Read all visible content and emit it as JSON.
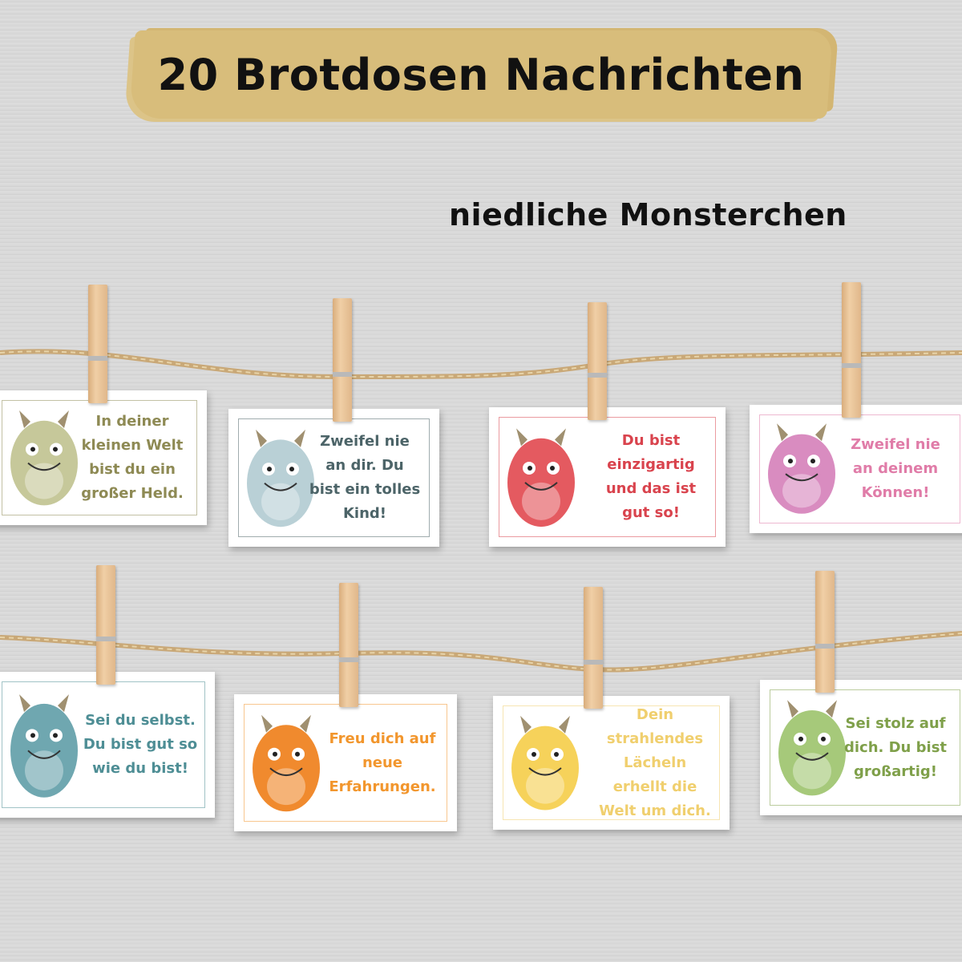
{
  "header": {
    "title": "20 Brotdosen Nachrichten",
    "subtitle": "niedliche Monsterchen"
  },
  "colors": {
    "brush": "#d8bd7b",
    "background": "#d8d8d8",
    "rope": "#c9a877"
  },
  "cards": [
    {
      "lines": [
        "In deiner",
        "kleinen Welt",
        "bist du ein",
        "großer Held."
      ],
      "color": "#8e8a54",
      "monster": "#c6c89a"
    },
    {
      "lines": [
        "Zweifel nie",
        "an dir. Du",
        "bist ein tolles",
        "Kind!"
      ],
      "color": "#4c6468",
      "monster": "#b9d0d6"
    },
    {
      "lines": [
        "Du bist",
        "einzigartig",
        "und das ist",
        "gut so!"
      ],
      "color": "#d9434d",
      "monster": "#e45a60"
    },
    {
      "lines": [
        "Zweifel nie",
        "an deinem",
        "Können!"
      ],
      "color": "#e07ca8",
      "monster": "#d98cc0"
    },
    {
      "lines": [
        "Sei du selbst.",
        "Du bist gut so",
        "wie du bist!"
      ],
      "color": "#4e8e95",
      "monster": "#6fa7b0"
    },
    {
      "lines": [
        "Freu dich auf",
        "neue",
        "Erfahrungen."
      ],
      "color": "#f2962d",
      "monster": "#f08a2e"
    },
    {
      "lines": [
        "Dein",
        "strahlendes",
        "Lächeln",
        "erhellt die",
        "Welt um dich."
      ],
      "color": "#f0cf6e",
      "monster": "#f6d25a"
    },
    {
      "lines": [
        "Sei stolz auf",
        "dich. Du bist",
        "großartig!"
      ],
      "color": "#7fa04a",
      "monster": "#a6c97a"
    }
  ]
}
